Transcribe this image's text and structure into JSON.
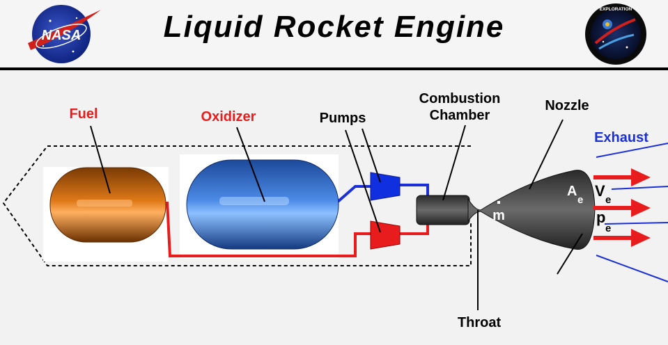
{
  "header": {
    "title": "Liquid Rocket Engine",
    "left_logo_text": "NASA",
    "right_logo_text": "EXPLORATION"
  },
  "labels": {
    "fuel": "Fuel",
    "oxidizer": "Oxidizer",
    "pumps": "Pumps",
    "combustion_line1": "Combustion",
    "combustion_line2": "Chamber",
    "nozzle": "Nozzle",
    "exhaust": "Exhaust",
    "throat": "Throat",
    "mdot": "m",
    "ae_main": "A",
    "ae_sub": "e",
    "ve_main": "V",
    "ve_sub": "e",
    "pe_main": "p",
    "pe_sub": "e"
  },
  "colors": {
    "fuel_label": "#e81c1c",
    "oxidizer_label": "#e81c1c",
    "exhaust_label": "#1a2fd6",
    "fuel_tank": "#c9640c",
    "oxidizer_tank": "#3a7ad6",
    "fuel_line": "#e81c1c",
    "oxidizer_line": "#1a2fd6",
    "engine": "#4a4a4a"
  }
}
